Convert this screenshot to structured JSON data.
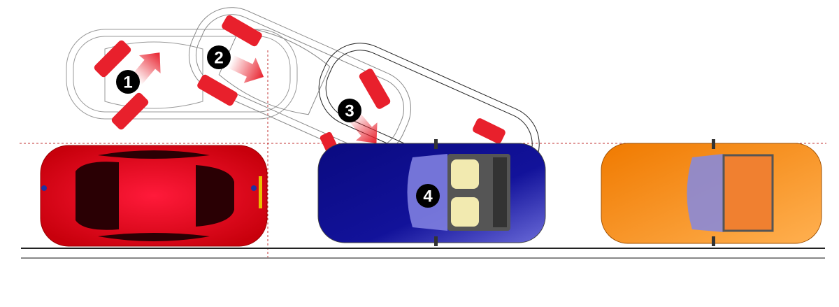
{
  "diagram": {
    "steps": [
      {
        "label": "1"
      },
      {
        "label": "2"
      },
      {
        "label": "3"
      },
      {
        "label": "4"
      }
    ],
    "colors": {
      "parked_car_rear": "#e0101e",
      "parked_car_front": "#f08a10",
      "parking_car": "#14148c",
      "wheel_marker": "#e8202c",
      "guide_line": "#c03030",
      "curb": "#222222",
      "step_badge": "#000000"
    },
    "icons": [
      "car-top-view",
      "arrow",
      "steering-wheel-position"
    ]
  }
}
